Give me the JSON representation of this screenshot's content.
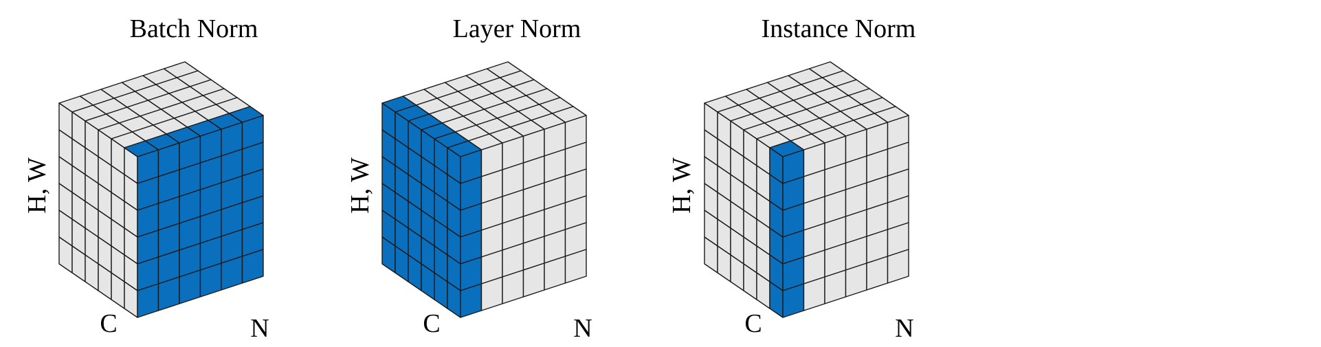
{
  "panels": [
    {
      "title": "Batch Norm",
      "highlight": "batch",
      "axis_vertical": "H, W",
      "axis_left": "C",
      "axis_right": "N"
    },
    {
      "title": "Layer Norm",
      "highlight": "layer",
      "axis_vertical": "H, W",
      "axis_left": "C",
      "axis_right": "N"
    },
    {
      "title": "Instance Norm",
      "highlight": "instance",
      "axis_vertical": "H, W",
      "axis_left": "C",
      "axis_right": "N"
    }
  ],
  "grid": {
    "cells_per_edge": 6
  },
  "colors": {
    "highlight": "#0a6fbd",
    "cell": "#e6e6e6",
    "stroke": "#1a1a1a"
  }
}
